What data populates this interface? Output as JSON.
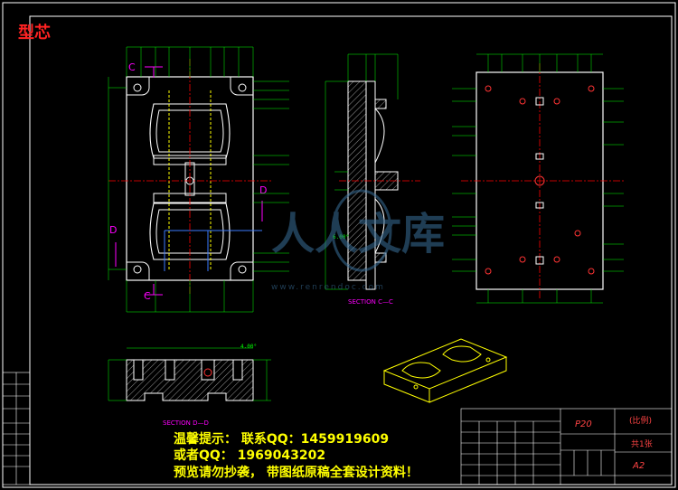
{
  "drawing": {
    "title": "型芯",
    "section_cc": "SECTION C—C",
    "section_dd": "SECTION D—D",
    "cut_labels": {
      "c_top": "C",
      "c_bottom": "C",
      "d_left": "D",
      "d_right": "D"
    },
    "watermark": "人人文库",
    "watermark_url": "www.renrendoc.com",
    "angle_labels": [
      "4.00°",
      "6.00°"
    ]
  },
  "title_block": {
    "part_no": "P20",
    "scale": "(比例)",
    "sheet_label": "共1张",
    "paper_size": "A2"
  },
  "notice": {
    "line1": "温馨提示：  联系QQ：1459919609",
    "line2": "或者QQ：  1969043202",
    "line3": "预览请勿抄袭，  带图纸原稿全套设计资料！"
  },
  "colors": {
    "background": "#000000",
    "outline": "#ffffff",
    "dimension": "#00ff00",
    "centerline": "#ff0000",
    "section_label": "#ff00ff",
    "hidden": "#ffff00",
    "notice_text": "#ffff00",
    "title_text": "#ff2222"
  }
}
